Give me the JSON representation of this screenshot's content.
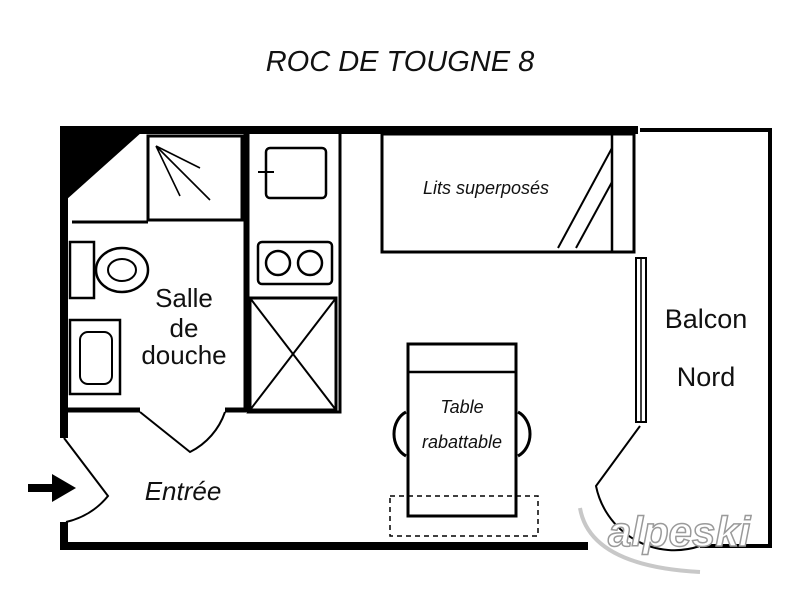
{
  "title": "ROC DE TOUGNE 8",
  "rooms": {
    "bathroom": [
      "Salle",
      "de",
      "douche"
    ],
    "bunk_beds": "Lits superposés",
    "balcony": [
      "Balcon",
      "Nord"
    ],
    "table": [
      "Table",
      "rabattable"
    ],
    "entrance": "Entrée"
  },
  "watermark": "alpeski"
}
